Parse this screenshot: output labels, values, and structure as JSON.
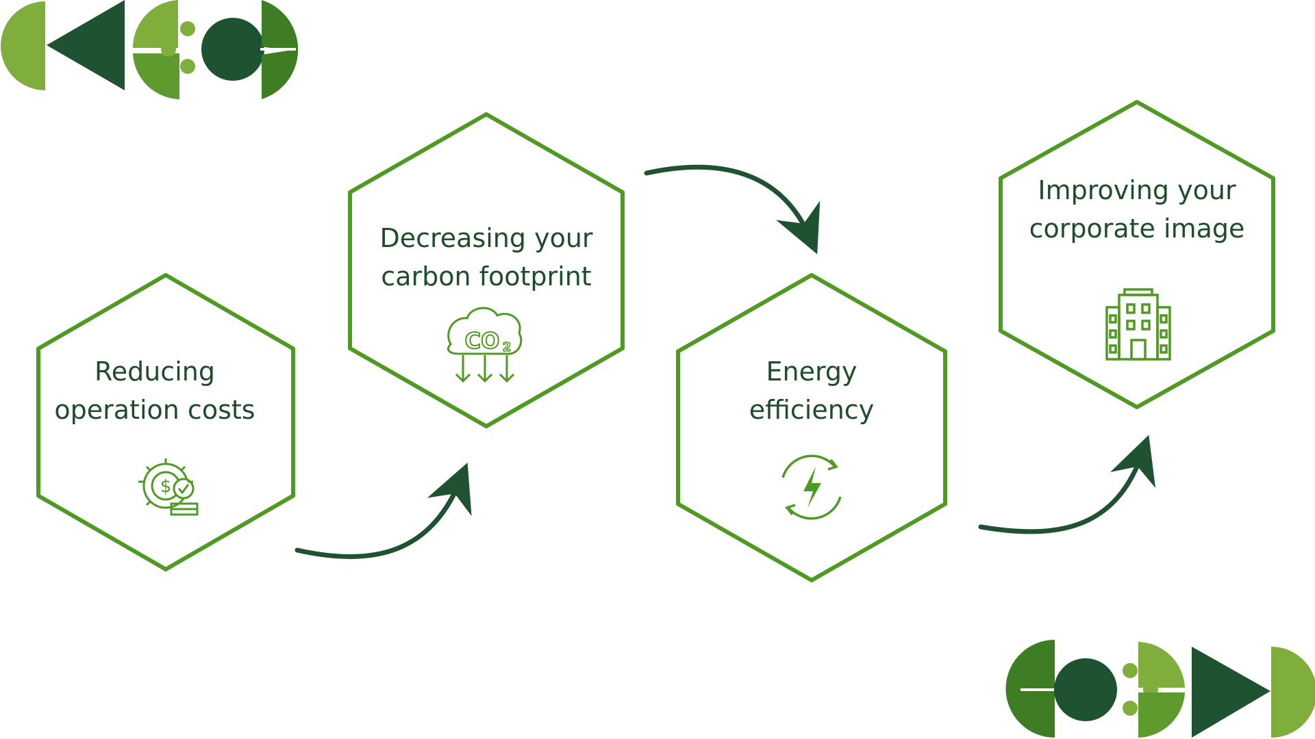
{
  "colors": {
    "hex_stroke": "#4e9a22",
    "arrow": "#1e5230",
    "text": "#1f4d2c",
    "icon": "#4e9a22",
    "deco_dark": "#1e5230",
    "deco_mid": "#3f7d24",
    "deco_light": "#7fae3d"
  },
  "steps": [
    {
      "line1": "Reducing",
      "line2": "operation costs",
      "icon": "gear-dollar-coins-icon"
    },
    {
      "line1": "Decreasing your",
      "line2": "carbon footprint",
      "icon": "co2-cloud-arrows-icon"
    },
    {
      "line1": "Energy",
      "line2": "efficiency",
      "icon": "lightning-cycle-icon"
    },
    {
      "line1": "Improving your",
      "line2": "corporate image",
      "icon": "office-building-icon"
    }
  ],
  "decorations": {
    "top_left": "leaf-circle-arrow-ornament",
    "bottom_right": "leaf-circle-arrow-ornament"
  }
}
